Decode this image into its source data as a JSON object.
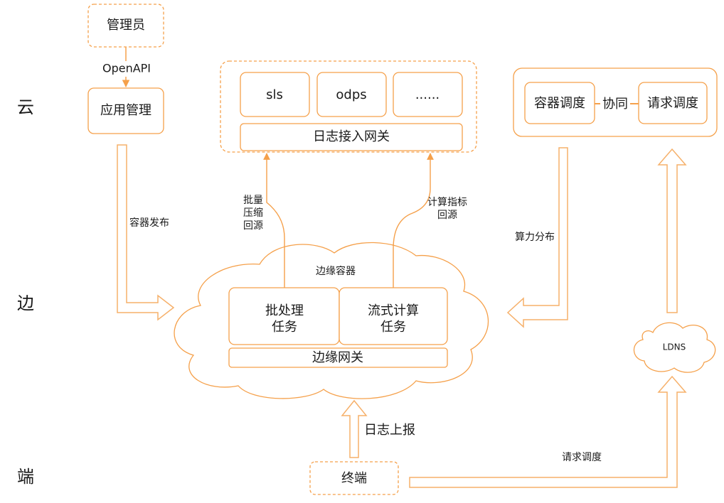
{
  "tiers": {
    "cloud": "云",
    "edge": "边",
    "device": "端"
  },
  "admin": {
    "label": "管理员",
    "link_label": "OpenAPI"
  },
  "app_mgmt": {
    "label": "应用管理",
    "link_label": "容器发布"
  },
  "cloud_services": {
    "items": [
      "sls",
      "odps",
      "......"
    ],
    "gateway": "日志接入网关"
  },
  "scheduler": {
    "container": "容器调度",
    "link": "协同",
    "request": "请求调度",
    "link_label": "算力分布"
  },
  "uplinks": {
    "batch": [
      "批量",
      "压缩",
      "回源"
    ],
    "stream": [
      "计算指标",
      "回源"
    ]
  },
  "edge": {
    "title": "边缘容器",
    "batch_task": [
      "批处理",
      "任务"
    ],
    "stream_task": [
      "流式计算",
      "任务"
    ],
    "gateway": "边缘网关"
  },
  "ldns": {
    "label": "LDNS"
  },
  "terminal": {
    "label": "终端",
    "report_label": "日志上报",
    "dispatch_label": "请求调度"
  },
  "colors": {
    "accent": "#f5a04a",
    "line": "#f6b06a",
    "text": "#1a1a1a",
    "background": "#ffffff"
  }
}
